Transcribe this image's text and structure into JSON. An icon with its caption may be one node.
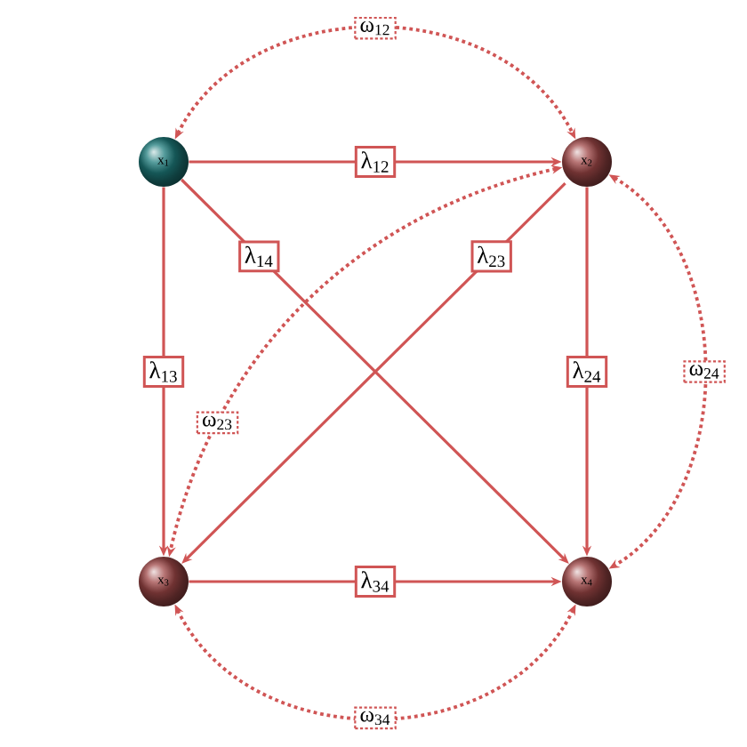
{
  "diagram": {
    "nodes": [
      {
        "text": [
          "x$_{1}$"
        ]
      },
      {
        "text": [
          "x$_{2}$"
        ]
      },
      {
        "text": [
          "x$_{3}$"
        ]
      },
      {
        "text": [
          "x$_{4}$"
        ]
      }
    ],
    "edges": [
      {
        "from": 0,
        "to": 1,
        "arrow": "to",
        "label": "λ$_{12}$"
      },
      {
        "from": 0,
        "to": 2,
        "arrow": "to",
        "label": "λ$_{13}$"
      },
      {
        "from": 0,
        "to": 3,
        "arrow": "to",
        "label": "λ$_{14}$"
      },
      {
        "from": 1,
        "to": 2,
        "arrow": "to",
        "label": "λ$_{23}$"
      },
      {
        "from": 1,
        "to": 3,
        "arrow": "to",
        "label": "λ$_{24}$"
      },
      {
        "from": 2,
        "to": 3,
        "arrow": "to",
        "label": "λ$_{34}$"
      },
      {
        "from": 0,
        "to": 1,
        "arrow": "both",
        "label": "ω$_{12}$",
        "style": "dashed"
      },
      {
        "from": 1,
        "to": 2,
        "arrow": "both",
        "label": "ω$_{23}$",
        "style": "dashed"
      },
      {
        "from": 1,
        "to": 3,
        "arrow": "both",
        "label": "ω$_{24}$",
        "style": "dashed"
      },
      {
        "from": 2,
        "to": 3,
        "arrow": "both",
        "label": "ω$_{34}$",
        "style": "dashed"
      }
    ]
  }
}
